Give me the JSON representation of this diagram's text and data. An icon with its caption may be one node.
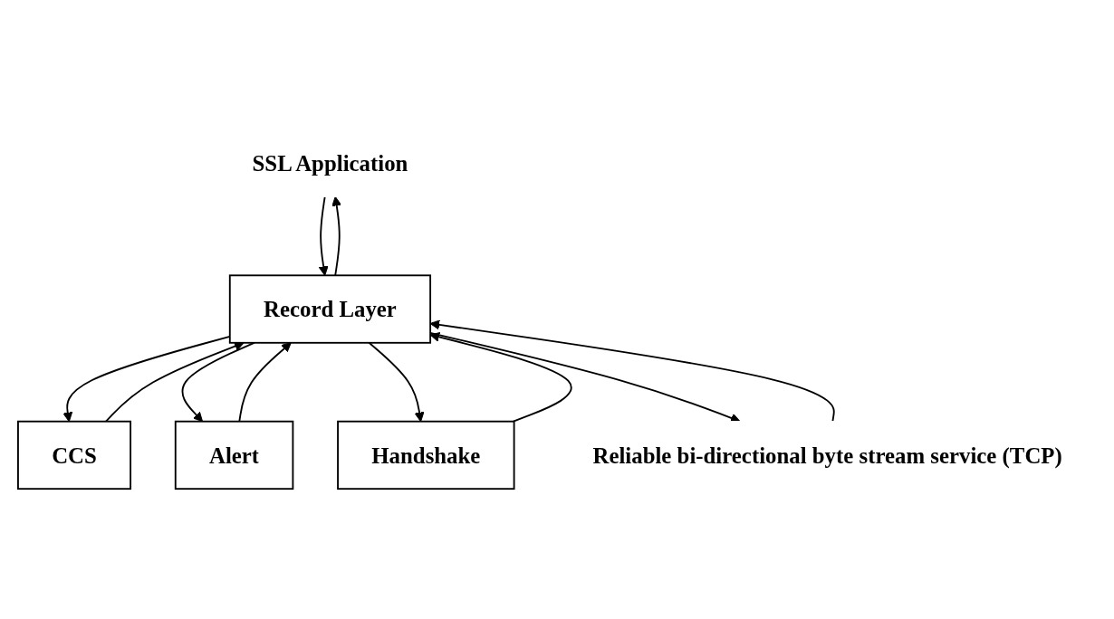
{
  "diagram": {
    "nodes": [
      {
        "text": [
          "SSL Application"
        ]
      },
      {
        "text": [
          "CCS"
        ]
      },
      {
        "text": [
          "Alert"
        ]
      },
      {
        "text": [
          "Handshake"
        ]
      },
      {
        "text": [
          "Record Layer"
        ]
      },
      {
        "text": [
          "Reliable bi-directional byte stream service (TCP)"
        ]
      }
    ],
    "edges": [
      {
        "from": 1,
        "to": 4,
        "arrow": "to"
      },
      {
        "from": 4,
        "to": 1,
        "arrow": "to"
      },
      {
        "from": 2,
        "to": 4,
        "arrow": "to"
      },
      {
        "from": 4,
        "to": 2,
        "arrow": "to"
      },
      {
        "from": 3,
        "to": 4,
        "arrow": "to"
      },
      {
        "from": 4,
        "to": 3,
        "arrow": "to"
      },
      {
        "from": 0,
        "to": 4,
        "arrow": "to"
      },
      {
        "from": 4,
        "to": 0,
        "arrow": "to"
      },
      {
        "from": 5,
        "to": 4,
        "arrow": "to"
      },
      {
        "from": 4,
        "to": 5,
        "arrow": "to"
      }
    ]
  }
}
